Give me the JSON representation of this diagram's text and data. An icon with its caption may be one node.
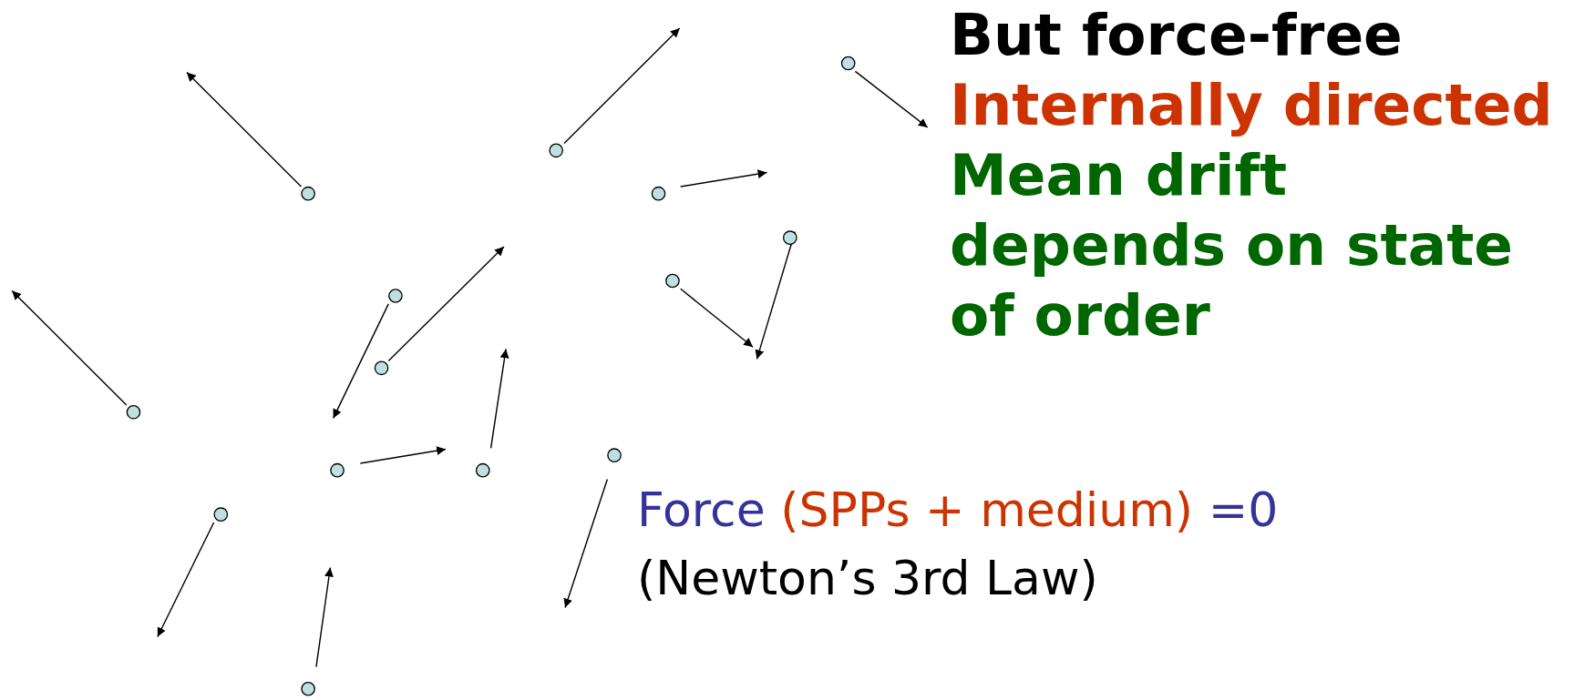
{
  "diagram": {
    "labels": [
      "But force-free",
      "Internally directed",
      "Mean drift depends on state of order",
      "Force",
      "(SPPs + medium)",
      "=0",
      "(Newton’s 3rd Law)"
    ]
  }
}
